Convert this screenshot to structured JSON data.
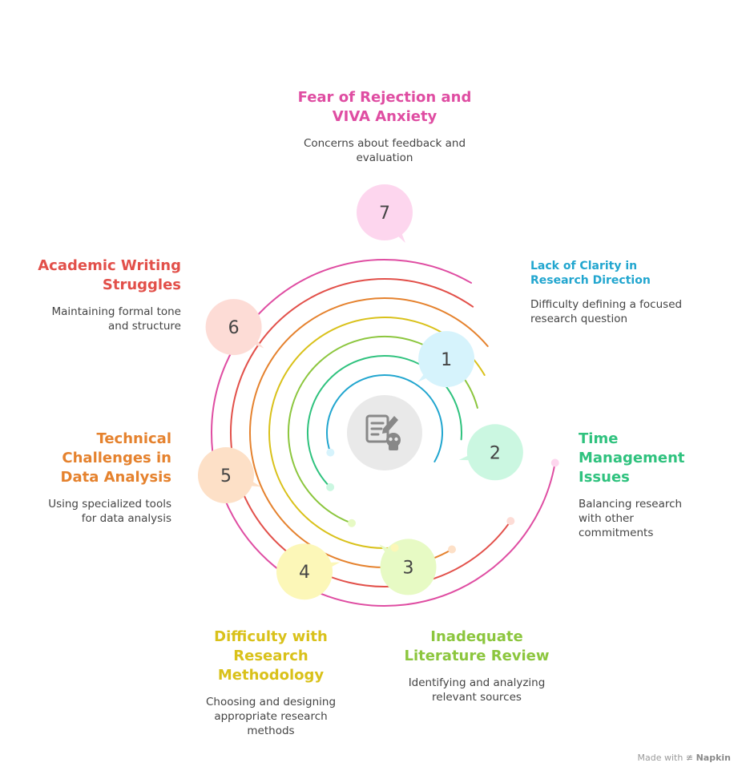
{
  "steps": [
    {
      "num": "1",
      "title": "Lack of Clarity in Research Direction",
      "desc": "Difficulty defining a focused research question",
      "color": "#22a6cf",
      "fill": "#d6f3fc"
    },
    {
      "num": "2",
      "title": "Time Management Issues",
      "desc": "Balancing research with other commitments",
      "color": "#2fc27e",
      "fill": "#cbf7e1"
    },
    {
      "num": "3",
      "title": "Inadequate Literature Review",
      "desc": "Identifying and analyzing relevant sources",
      "color": "#8cc63e",
      "fill": "#e7fac4"
    },
    {
      "num": "4",
      "title": "Difficulty with Research Methodology",
      "desc": "Choosing and designing appropriate research methods",
      "color": "#d9c11a",
      "fill": "#fcf7b8"
    },
    {
      "num": "5",
      "title": "Technical Challenges in Data Analysis",
      "desc": "Using specialized tools for data analysis",
      "color": "#e5822e",
      "fill": "#fde0c7"
    },
    {
      "num": "6",
      "title": "Academic Writing Struggles",
      "desc": "Maintaining formal tone and structure",
      "color": "#e2504a",
      "fill": "#fddcd6"
    },
    {
      "num": "7",
      "title": "Fear of Rejection and VIVA Anxiety",
      "desc": "Concerns about feedback and evaluation",
      "color": "#df4da2",
      "fill": "#fdd6ee"
    }
  ],
  "center_icon": "document-skull-icon",
  "footer": {
    "made_with": "Made with",
    "brand": "Napkin"
  }
}
